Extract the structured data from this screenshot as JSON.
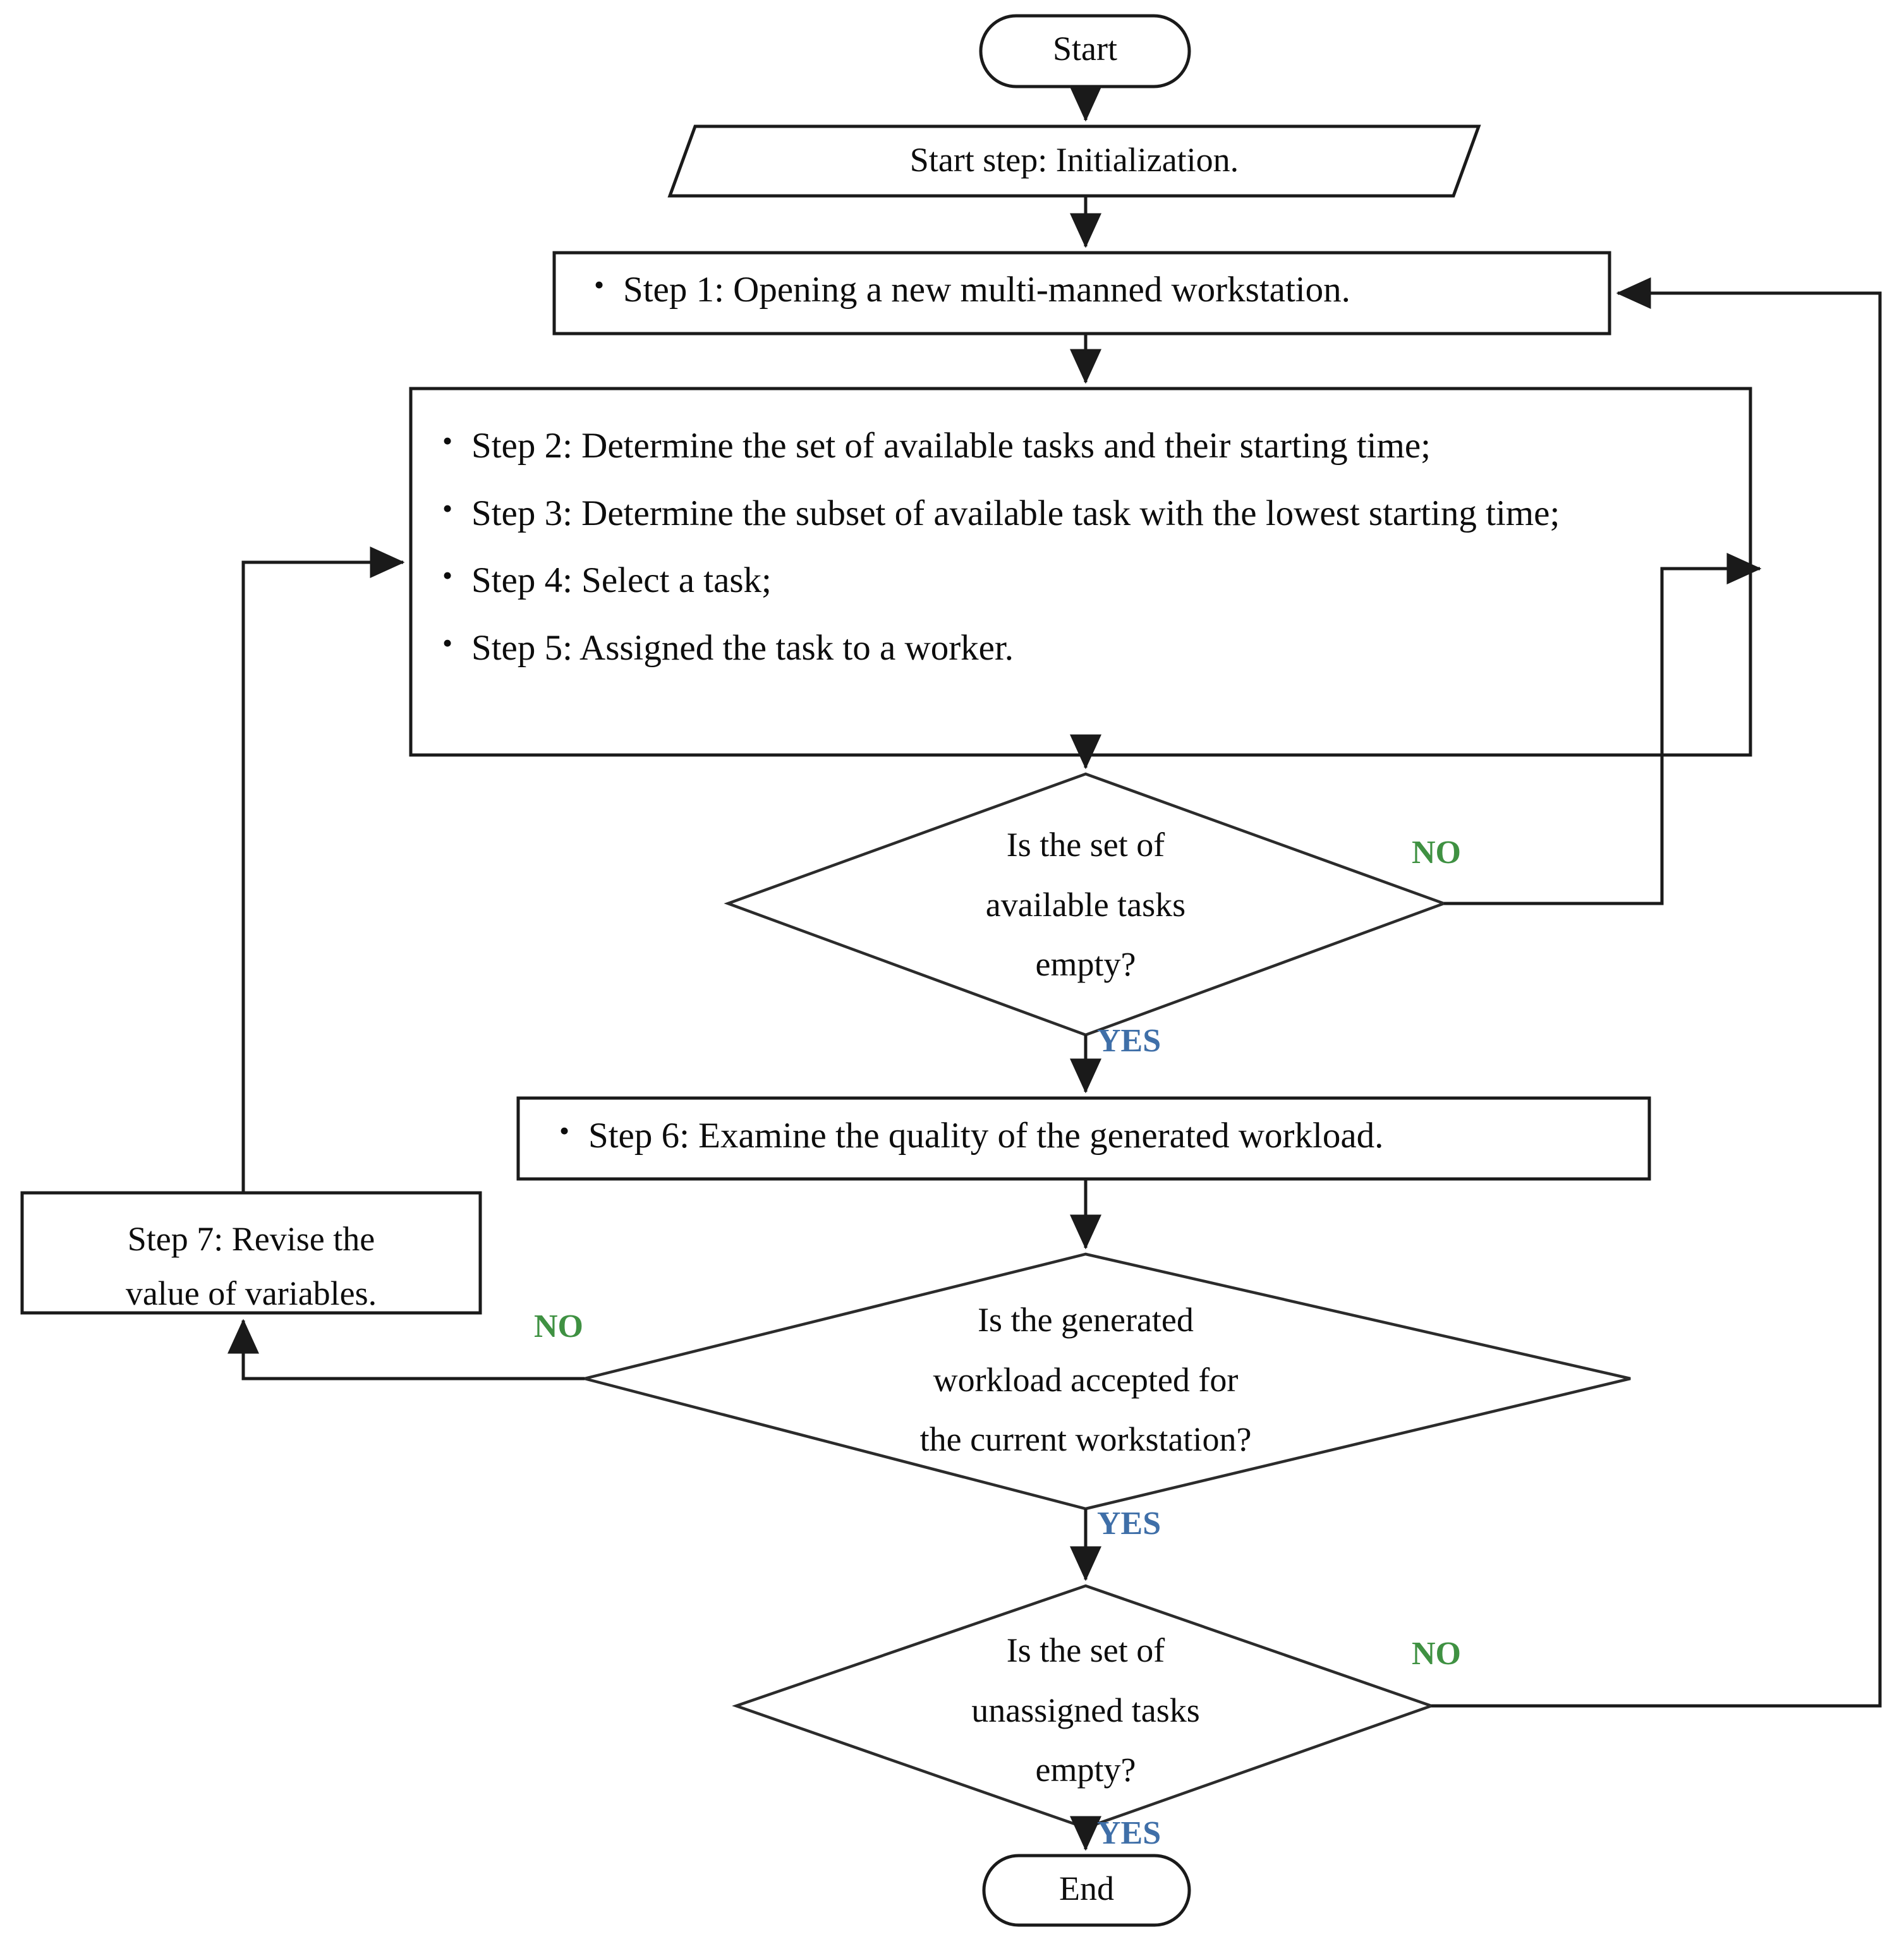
{
  "diagram": {
    "title": "Multi-manned workstation task assignment procedure flowchart",
    "type": "flowchart",
    "colors": {
      "no_label": "#3f9142",
      "yes_label": "#3f6fa8",
      "stroke": "#1a1a1a",
      "fill": "#ffffff"
    },
    "nodes": {
      "start": {
        "shape": "terminator",
        "label": "Start"
      },
      "init": {
        "shape": "parallelogram",
        "label": "Start step: Initialization."
      },
      "step1": {
        "shape": "process",
        "bullets": [
          "Step 1: Opening a new multi-manned workstation."
        ]
      },
      "steps2to5": {
        "shape": "process",
        "bullets": [
          "Step 2: Determine the set of available tasks and their starting time;",
          "Step 3: Determine the subset of available task with the lowest starting time;",
          "Step 4: Select a task;",
          "Step 5: Assigned the task to a worker."
        ]
      },
      "decision1": {
        "shape": "decision",
        "lines": [
          "Is the set of",
          "available tasks",
          "empty?"
        ]
      },
      "step6": {
        "shape": "process",
        "bullets": [
          "Step 6: Examine the quality of the generated workload."
        ]
      },
      "step7": {
        "shape": "process",
        "lines": [
          "Step 7: Revise the",
          "value of variables."
        ]
      },
      "decision2": {
        "shape": "decision",
        "lines": [
          "Is the generated",
          "workload accepted for",
          "the current workstation?"
        ]
      },
      "decision3": {
        "shape": "decision",
        "lines": [
          "Is the set of",
          "unassigned tasks",
          "empty?"
        ]
      },
      "end": {
        "shape": "terminator",
        "label": "End"
      }
    },
    "edge_labels": {
      "d1_no": "NO",
      "d1_yes": "YES",
      "d2_no": "NO",
      "d2_yes": "YES",
      "d3_no": "NO",
      "d3_yes": "YES"
    },
    "edges": [
      {
        "from": "start",
        "to": "init",
        "label": ""
      },
      {
        "from": "init",
        "to": "step1",
        "label": ""
      },
      {
        "from": "step1",
        "to": "steps2to5",
        "label": ""
      },
      {
        "from": "steps2to5",
        "to": "decision1",
        "label": ""
      },
      {
        "from": "decision1",
        "to": "steps2to5",
        "label": "NO"
      },
      {
        "from": "decision1",
        "to": "step6",
        "label": "YES"
      },
      {
        "from": "step6",
        "to": "decision2",
        "label": ""
      },
      {
        "from": "decision2",
        "to": "step7",
        "label": "NO"
      },
      {
        "from": "step7",
        "to": "steps2to5",
        "label": ""
      },
      {
        "from": "decision2",
        "to": "decision3",
        "label": "YES"
      },
      {
        "from": "decision3",
        "to": "step1",
        "label": "NO"
      },
      {
        "from": "decision3",
        "to": "end",
        "label": "YES"
      }
    ]
  }
}
